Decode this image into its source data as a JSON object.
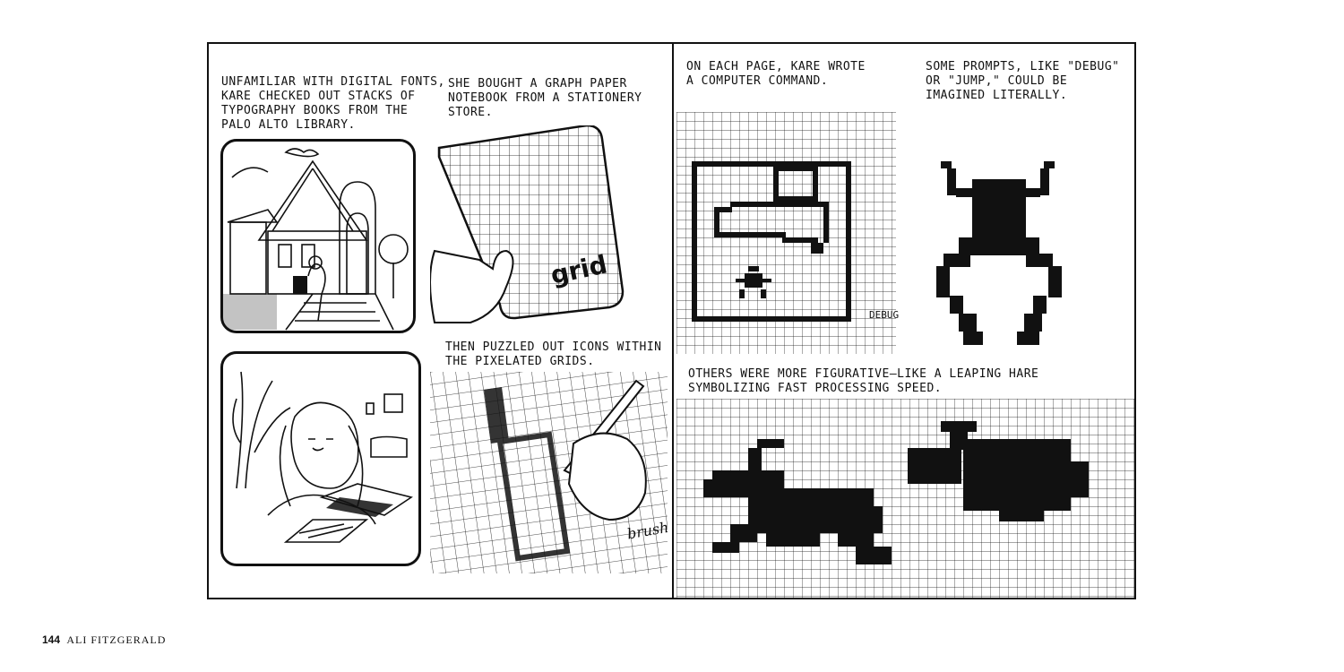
{
  "captions": {
    "library": "UNFAMILIAR WITH DIGITAL FONTS,\nKARE CHECKED OUT STACKS OF\nTYPOGRAPHY BOOKS FROM THE\nPALO ALTO LIBRARY.",
    "notebook": "SHE BOUGHT A GRAPH PAPER\nNOTEBOOK FROM A STATIONERY\nSTORE.",
    "icons": "THEN PUZZLED OUT ICONS WITHIN\nTHE PIXELATED GRIDS.",
    "command": "ON EACH PAGE, KARE WROTE\nA COMPUTER COMMAND.",
    "prompts": "SOME PROMPTS, LIKE \"DEBUG\"\nOR \"JUMP,\" COULD BE\nIMAGINED LITERALLY.",
    "figurative": "OTHERS WERE MORE FIGURATIVE—LIKE A LEAPING HARE\nSYMBOLIZING FAST PROCESSING SPEED."
  },
  "labels": {
    "notebook_brand": "grid",
    "brush": "brush",
    "debug": "DEBUG"
  },
  "footer": {
    "page_number": "144",
    "author": "ALI FITZGERALD"
  }
}
